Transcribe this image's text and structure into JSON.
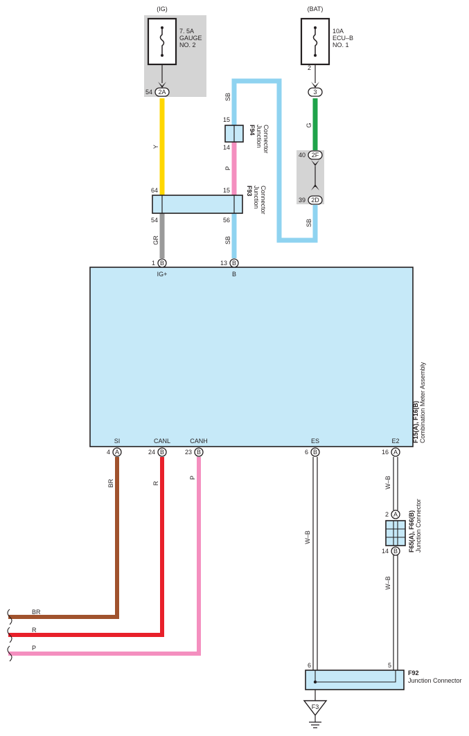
{
  "colors": {
    "Y": "#ffd700",
    "G": "#1fa34a",
    "SB": "#8fd3f0",
    "P": "#f48fbf",
    "GR": "#9a9a9a",
    "BR": "#a0522d",
    "R": "#e8202a",
    "W-B": "#231f20",
    "meter_fill": "#c6e9f8",
    "fuse_bg": "#d4d4d4"
  },
  "fuses": {
    "ig": {
      "source": "(IG)",
      "line1": "7. 5A",
      "line2": "GAUGE",
      "line3": "NO. 2",
      "pin": "54",
      "conn": "2A"
    },
    "bat": {
      "source": "(BAT)",
      "line1": "10A",
      "line2": "ECU–B",
      "line3": "NO. 1",
      "pin": "2",
      "conn": "3"
    }
  },
  "wires": {
    "y_label": "Y",
    "gr_label": "GR",
    "sb_upper_label": "SB",
    "p_mid_label": "P",
    "sb_lower_label": "SB",
    "g_label": "G",
    "sb_right_label": "SB",
    "br_label": "BR",
    "r_label": "R",
    "p_label": "P",
    "wb_es_label": "W–B",
    "wb_e2_upper_label": "W–B",
    "wb_e2_lower_label": "W–B",
    "br_end_label": "BR",
    "r_end_label": "R",
    "p_end_label": "P"
  },
  "inline_connector": {
    "pin_top": "40",
    "conn_top": "2F",
    "pin_bottom": "39",
    "conn_bottom": "2D"
  },
  "f94": {
    "code": "F94",
    "name_line1": "Junction",
    "name_line2": "Connector",
    "pin_top": "15",
    "pin_bottom": "14"
  },
  "f93": {
    "code": "F93",
    "name_line1": "Junction",
    "name_line2": "Connector",
    "pin_top_left": "64",
    "pin_top_right": "15",
    "pin_bottom_left": "54",
    "pin_bottom_right": "56"
  },
  "meter": {
    "code": "F15(A), F16(B)",
    "name": "Combination Meter Assembly",
    "top_pins": [
      {
        "num": "1",
        "conn": "B",
        "term": "IG+"
      },
      {
        "num": "13",
        "conn": "B",
        "term": "B"
      }
    ],
    "bottom_pins": [
      {
        "num": "4",
        "conn": "A",
        "term": "SI"
      },
      {
        "num": "24",
        "conn": "B",
        "term": "CANL"
      },
      {
        "num": "23",
        "conn": "B",
        "term": "CANH"
      },
      {
        "num": "6",
        "conn": "B",
        "term": "ES"
      },
      {
        "num": "16",
        "conn": "A",
        "term": "E2"
      }
    ]
  },
  "f65": {
    "code": "F65(A), F66(B)",
    "name": "Junction Connector",
    "pin_top": "2",
    "conn_top": "A",
    "pin_bottom": "14",
    "conn_bottom": "B"
  },
  "f92": {
    "code": "F92",
    "name": "Junction Connector",
    "pin_left": "6",
    "pin_right": "5"
  },
  "ground": {
    "label": "F3"
  }
}
